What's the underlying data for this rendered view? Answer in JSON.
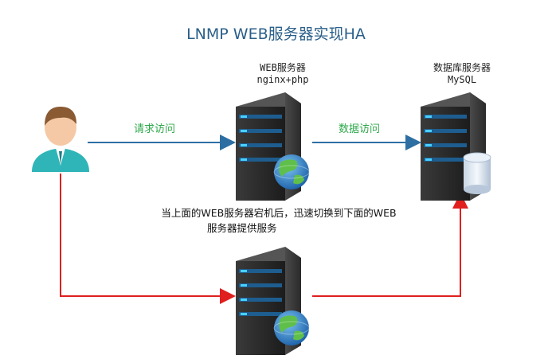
{
  "title": "LNMP WEB服务器实现HA",
  "web_server": {
    "name": "WEB服务器",
    "stack": "nginx+php"
  },
  "db_server": {
    "name": "数据库服务器",
    "stack": "MySQL"
  },
  "edges": {
    "request": "请求访问",
    "data": "数据访问"
  },
  "failover_note": {
    "line1": "当上面的WEB服务器宕机后，迅速切换到下面的WEB",
    "line2": "服务器提供服务"
  },
  "colors": {
    "primary_flow": "#2d6fa3",
    "failover_flow": "#e01f1f",
    "label_green": "#2ea84a",
    "title_blue": "#2b5f8a"
  },
  "icons": [
    "user-icon",
    "server-icon",
    "globe-icon",
    "database-icon"
  ]
}
